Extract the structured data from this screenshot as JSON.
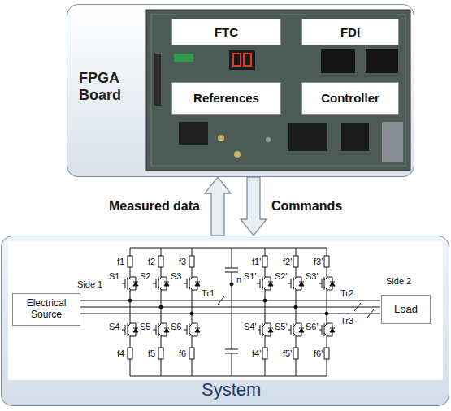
{
  "diagram": {
    "nodes": [
      {
        "text": [
          "FPGA Board"
        ]
      },
      {
        "text": [
          "FTC"
        ],
        "in": 0
      },
      {
        "text": [
          "FDI"
        ],
        "in": 0
      },
      {
        "text": [
          "References"
        ],
        "in": 0
      },
      {
        "text": [
          "Controller"
        ],
        "in": 0
      },
      {
        "text": [
          "System"
        ]
      },
      {
        "text": [
          "Electrical Source"
        ],
        "in": 5
      },
      {
        "text": [
          "Load"
        ],
        "in": 5
      }
    ],
    "edges": [
      {
        "from": 5,
        "to": 0,
        "label": "Measured data",
        "arrow": "to"
      },
      {
        "from": 0,
        "to": 5,
        "label": "Commands",
        "arrow": "to"
      }
    ],
    "labels": [
      "f1",
      "f2",
      "f3",
      "f1'",
      "f2'",
      "f3'",
      "Side 1",
      "S1",
      "S2",
      "S3",
      "n",
      "S1'",
      "S2'",
      "S3'",
      "Side 2",
      "Tr1",
      "Tr2",
      "Tr3",
      "S4",
      "S5",
      "S6",
      "S4'",
      "S5'",
      "S6'",
      "f4",
      "f5",
      "f6",
      "f4'",
      "f5'",
      "f6'"
    ]
  }
}
